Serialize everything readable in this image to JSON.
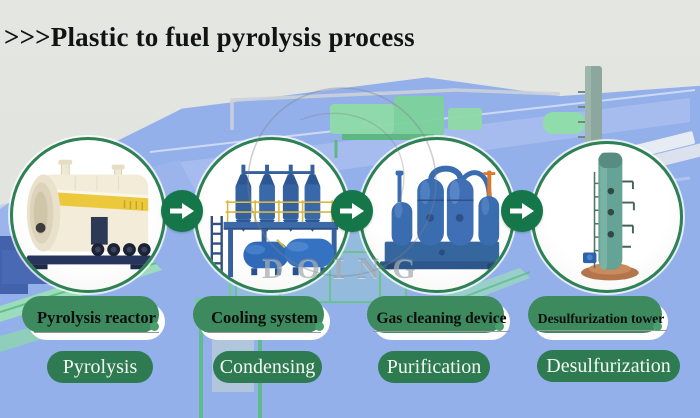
{
  "title": ">>>Plastic to fuel pyrolysis process",
  "watermark": {
    "text": "DOING"
  },
  "steps": [
    {
      "equipment_label": "Pyrolysis reactor",
      "process_label": "Pyrolysis",
      "illustration": "pyrolysis-reactor"
    },
    {
      "equipment_label": "Cooling system",
      "process_label": "Condensing",
      "illustration": "cooling-system"
    },
    {
      "equipment_label": "Gas cleaning device",
      "process_label": "Purification",
      "illustration": "gas-cleaning-device"
    },
    {
      "equipment_label": "Desulfurization tower",
      "process_label": "Desulfurization",
      "illustration": "desulfurization-tower"
    }
  ],
  "icons": {
    "arrow": "arrow-right-icon"
  },
  "colors": {
    "background_blue": "#93b0ea",
    "background_gray": "#e3e5e1",
    "circle_border_green": "#2e8153",
    "arrow_circle_green": "#15764a",
    "green_pill": "#2e7b52",
    "white_pill": "#fefefe",
    "accent_dot_green": "#49a06c",
    "title_text": "#131313",
    "conveyor_green": "#9ce4b4",
    "machine_blue": "#3a6cb0",
    "reactor_cream": "#f3ecd8",
    "reactor_band_yellow": "#ecc83d",
    "tower_teal": "#64a395",
    "tower_base_brown": "#b5754c"
  }
}
